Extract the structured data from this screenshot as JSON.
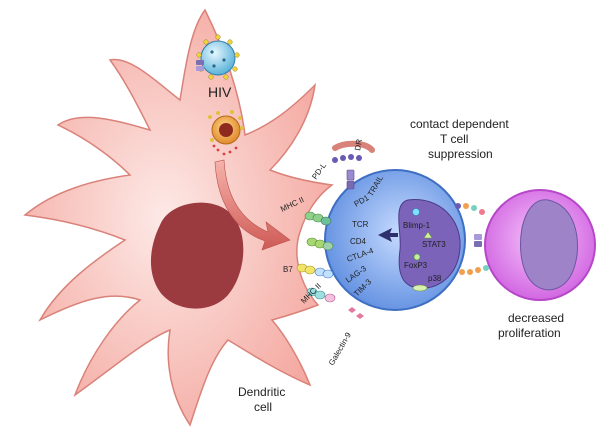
{
  "labels": {
    "hiv": "HIV",
    "contact_line1": "contact dependent",
    "contact_line2": "T cell",
    "contact_line3": "suppression",
    "decreased_line1": "decreased",
    "decreased_line2": "proliferation",
    "dendritic_line1": "Dendritic",
    "dendritic_line2": "cell"
  },
  "receptors": {
    "pd_l": "PD-L",
    "dr": "DR",
    "trail": "TRAIL",
    "mhc_ii_top": "MHC II",
    "pd1": "PD1",
    "tcr": "TCR",
    "cd4": "CD4",
    "ctla4": "CTLA-4",
    "lag3": "LAG-3",
    "tim3": "TIM-3",
    "b7": "B7",
    "mhc_ii_bottom": "MHC II",
    "galectin9": "Galectin-9"
  },
  "nuclear_factors": {
    "blimp1": "Blimp-1",
    "stat3": "STAT3",
    "foxp3": "FoxP3",
    "p38": "p38"
  },
  "colors": {
    "dendritic_fill": "#f6b3ab",
    "dendritic_stroke": "#d9827a",
    "dendritic_nucleus": "#9b3b40",
    "tcell_fill": "#7fa8e6",
    "tcell_stroke": "#3e6fc2",
    "tcell_nucleus": "#7a63b8",
    "target_fill": "#d77be6",
    "target_nucleus": "#9f83c9",
    "hiv_fill": "#7dc3e0",
    "arrow_dark": "#2d2f6e"
  }
}
